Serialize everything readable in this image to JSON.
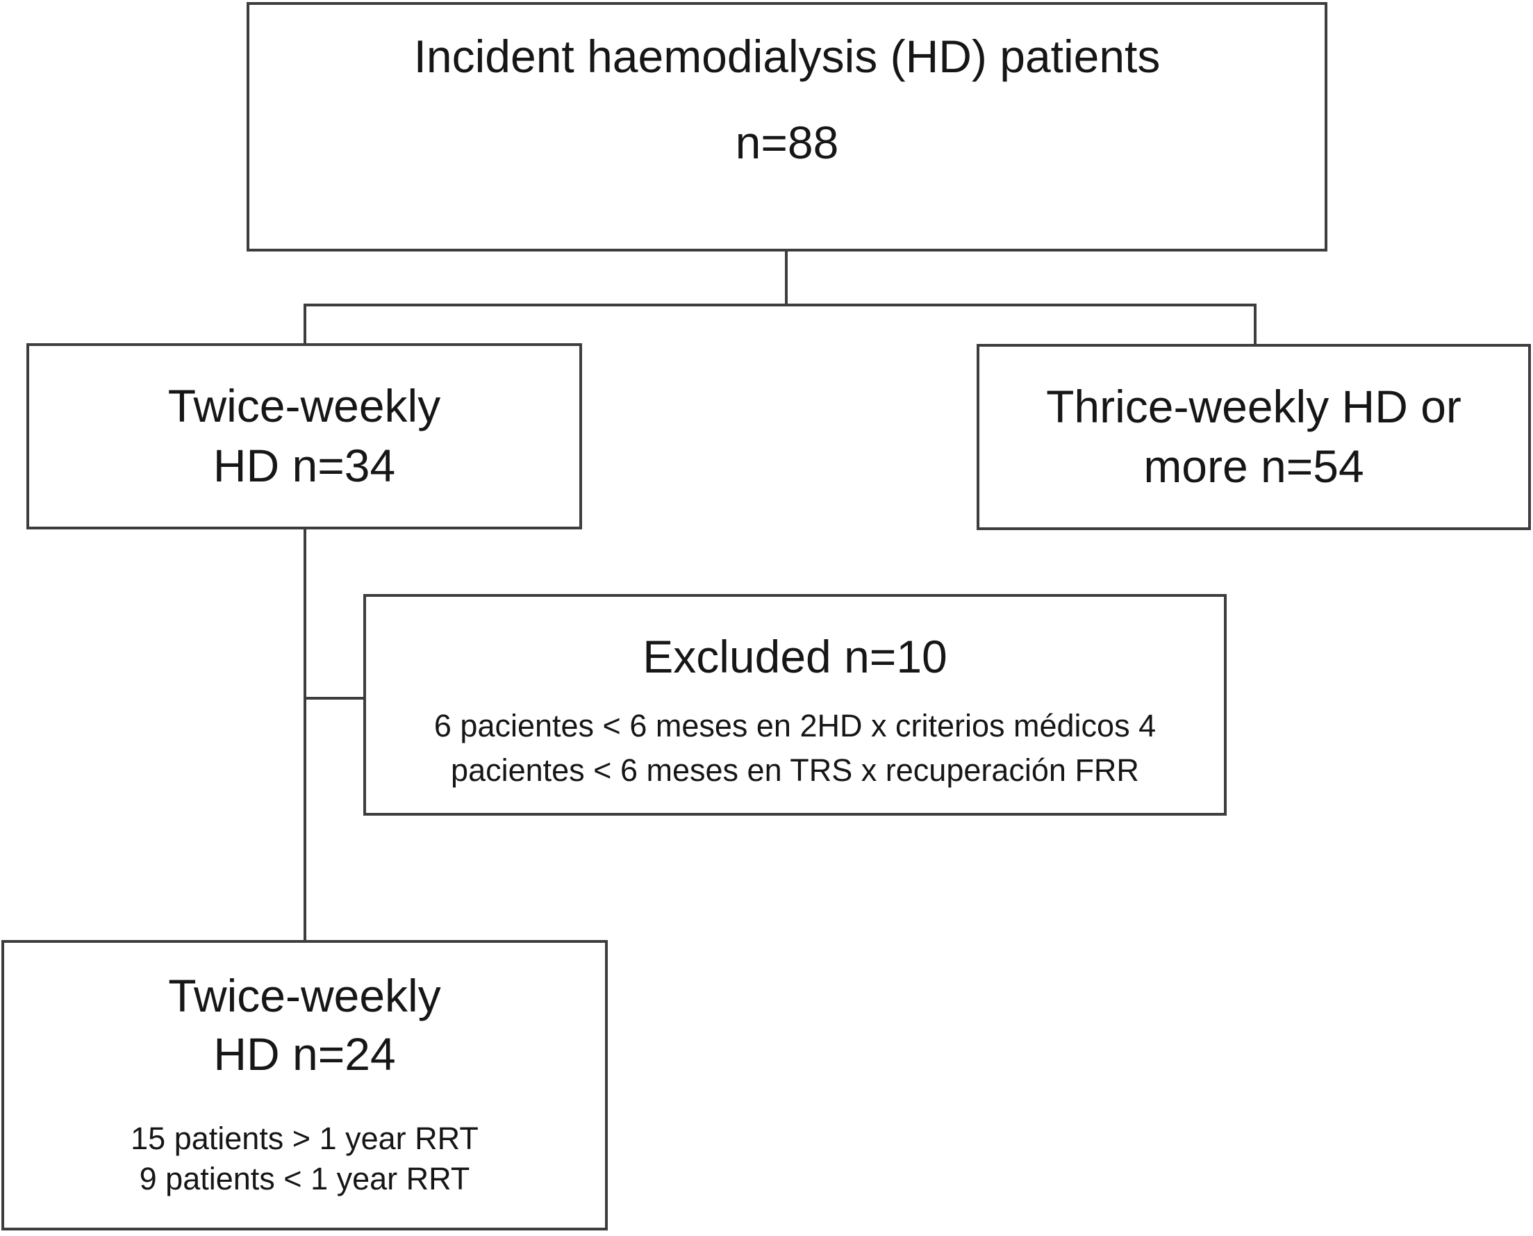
{
  "figure": {
    "type": "flowchart",
    "description": "Patient disposition flow diagram for incident haemodialysis study"
  },
  "colors": {
    "line": "#3d3d3d",
    "text": "#161616",
    "background": "#ffffff"
  },
  "nodes": {
    "incident": {
      "line1": "Incident haemodialysis (HD) patients",
      "line2": "n=88"
    },
    "twice_weekly": {
      "line1": "Twice-weekly",
      "line2": "HD n=34"
    },
    "thrice_weekly": {
      "line1": "Thrice-weekly HD or",
      "line2": "more n=54"
    },
    "excluded": {
      "title": "Excluded n=10",
      "detail1": "6 pacientes < 6 meses en 2HD x criterios médicos 4",
      "detail2": "pacientes < 6 meses en TRS x recuperación FRR"
    },
    "final": {
      "line1": "Twice-weekly",
      "line2": "HD n=24",
      "detail1": "15 patients > 1 year RRT",
      "detail2": "9 patients < 1 year RRT"
    }
  }
}
